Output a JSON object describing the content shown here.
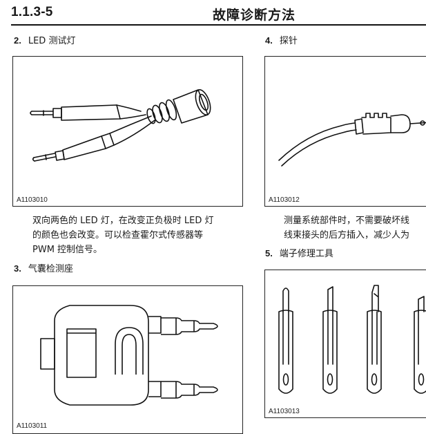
{
  "header": {
    "section_number": "1.1.3-5",
    "section_title": "故障诊断方法"
  },
  "items": [
    {
      "number": "2.",
      "title": "LED 测试灯",
      "figure_id": "A1103010",
      "description_lines": [
        "双向两色的 LED 灯，在改变正负极时 LED 灯",
        "的颜色也会改变。可以检查霍尔式传感器等",
        "PWM 控制信号。"
      ]
    },
    {
      "number": "3.",
      "title": "气囊检测座",
      "figure_id": "A1103011"
    },
    {
      "number": "4.",
      "title": "探针",
      "figure_id": "A1103012",
      "description_lines": [
        "测量系统部件时，不需要破坏线",
        "线束接头的后方插入，减少人为"
      ]
    },
    {
      "number": "5.",
      "title": "端子修理工具",
      "figure_id": "A1103013"
    }
  ]
}
